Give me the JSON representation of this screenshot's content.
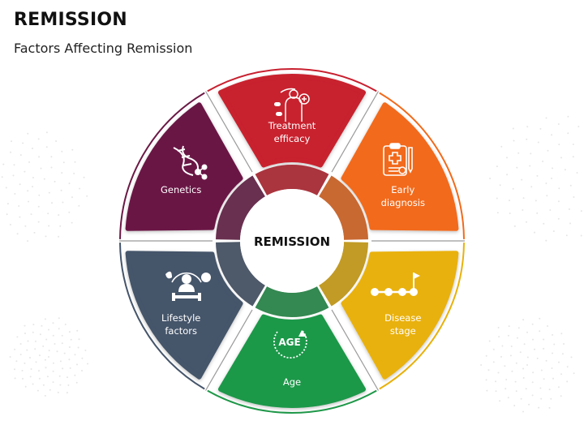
{
  "title": "REMISSION",
  "subtitle": "Factors Affecting Remission",
  "center_label": "REMISSION",
  "segments": [
    {
      "lines": [
        "Treatment",
        "efficacy"
      ],
      "color": "#c8202f",
      "icon": "treatment-icon"
    },
    {
      "lines": [
        "Early",
        "diagnosis"
      ],
      "color": "#f26a1b",
      "icon": "clipboard-icon"
    },
    {
      "lines": [
        "Disease",
        "stage"
      ],
      "color": "#e9b10a",
      "icon": "progress-flag-icon"
    },
    {
      "lines": [
        "Age"
      ],
      "color": "#1e9848",
      "icon": "age-icon"
    },
    {
      "lines": [
        "Lifestyle",
        "factors"
      ],
      "color": "#44546a",
      "icon": "lifestyle-icon"
    },
    {
      "lines": [
        "Genetics"
      ],
      "color": "#6b1945",
      "icon": "dna-icon"
    }
  ],
  "age_badge": "AGE"
}
